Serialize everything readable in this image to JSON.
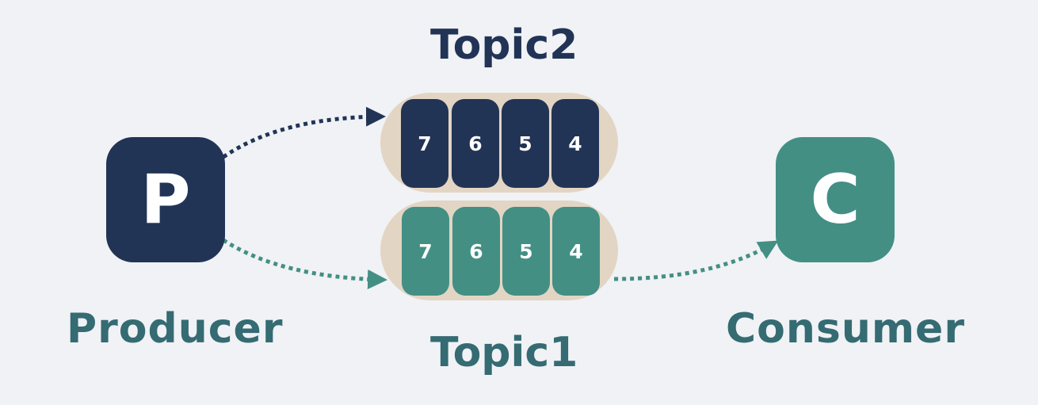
{
  "producer": {
    "letter": "P",
    "label": "Producer"
  },
  "consumer": {
    "letter": "C",
    "label": "Consumer"
  },
  "topic2": {
    "title": "Topic2",
    "messages": [
      "7",
      "6",
      "5",
      "4"
    ]
  },
  "topic1": {
    "title": "Topic1",
    "messages": [
      "7",
      "6",
      "5",
      "4"
    ]
  },
  "colors": {
    "background": "#f0f2f5",
    "navy": "#223455",
    "teal": "#438f84",
    "queue_bg": "#e3d5c4",
    "label_teal": "#356b72"
  }
}
